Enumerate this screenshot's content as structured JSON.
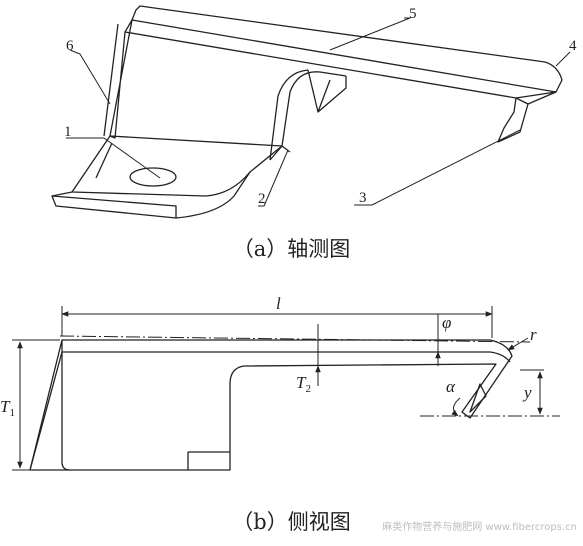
{
  "figure_a": {
    "caption": "（a）轴测图",
    "part_labels": [
      "1",
      "2",
      "3",
      "4",
      "5",
      "6"
    ]
  },
  "figure_b": {
    "caption": "（b）侧视图",
    "dims": {
      "length": "l",
      "phi": "φ",
      "radius": "r",
      "t2": "T",
      "t2_sub": "2",
      "t1": "T",
      "t1_sub": "1",
      "alpha": "α",
      "y": "y"
    }
  },
  "watermark": "麻类作物营养与施肥网 www.fibercrops.cn"
}
